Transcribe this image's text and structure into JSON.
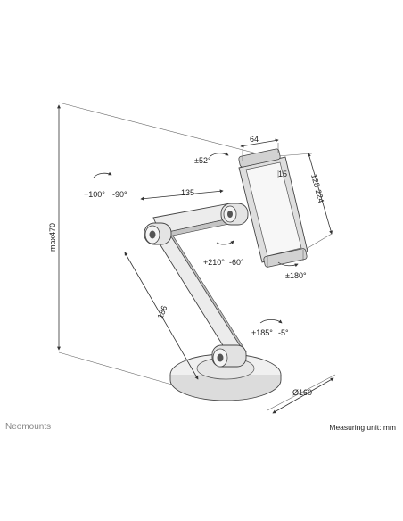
{
  "brand": "Neomounts",
  "unit_label": "Measuring unit: mm",
  "dims": {
    "width_top": "64",
    "height_range": "128-224",
    "depth": "15",
    "arm_upper": "135",
    "arm_lower": "186",
    "max_height": "max470",
    "base_diameter": "Ø160"
  },
  "rotations": {
    "head_tilt": "±52°",
    "head_rotate": "±180°",
    "elbow_upper_left": "+100°",
    "elbow_upper_right": "-90°",
    "elbow_mid_left": "+210°",
    "elbow_mid_right": "-60°",
    "base_left": "+185°",
    "base_right": "-5°"
  },
  "colors": {
    "metal": "#e9e9e9",
    "metal_dark": "#9a9a9a",
    "outline": "#444444",
    "brand_gray": "#888888"
  }
}
